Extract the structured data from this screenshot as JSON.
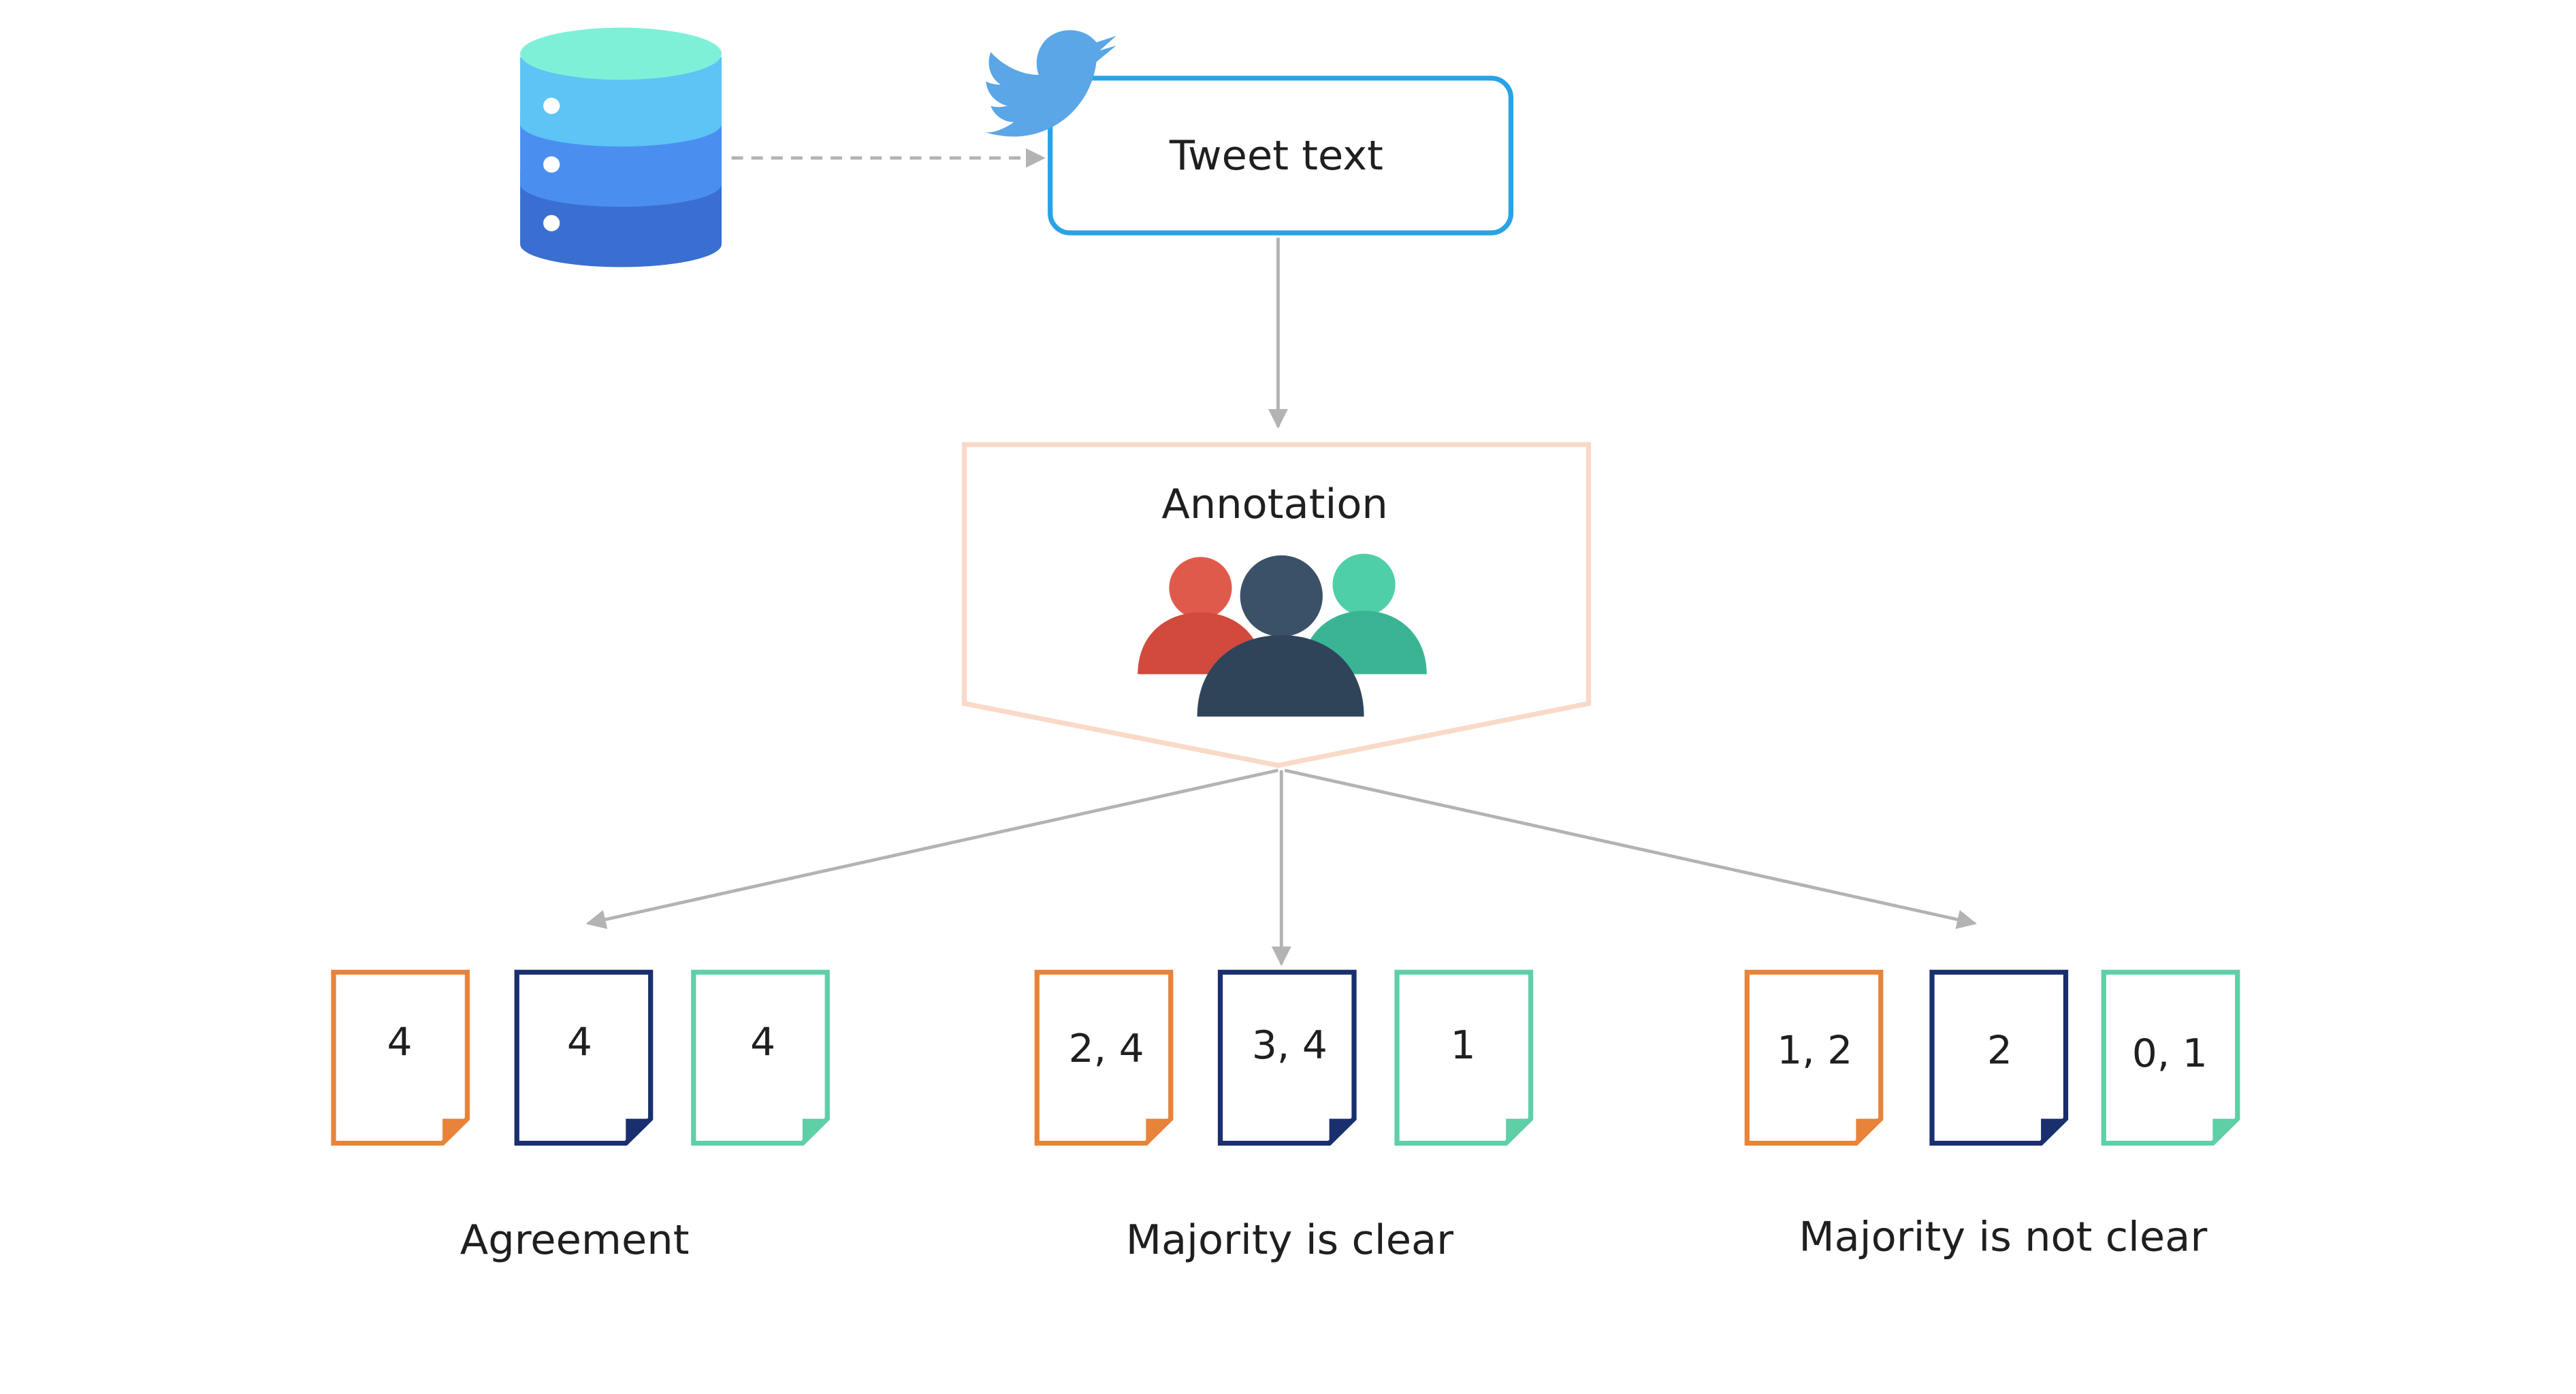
{
  "tweet_box": {
    "label": "Tweet text"
  },
  "annotation": {
    "label": "Annotation"
  },
  "icons": {
    "database": "database-icon",
    "bird": "twitter-bird-icon",
    "annotators": "annotators-group-icon"
  },
  "annotator_colors": [
    "#e8833a",
    "#1a2f6e",
    "#5fcfa6"
  ],
  "groups": [
    {
      "caption": "Agreement",
      "docs": [
        "4",
        "4",
        "4"
      ]
    },
    {
      "caption": "Majority is clear",
      "docs": [
        "2, 4",
        "3, 4",
        "1"
      ]
    },
    {
      "caption": "Majority is not clear",
      "docs": [
        "1, 2",
        "2",
        "0, 1"
      ]
    }
  ]
}
